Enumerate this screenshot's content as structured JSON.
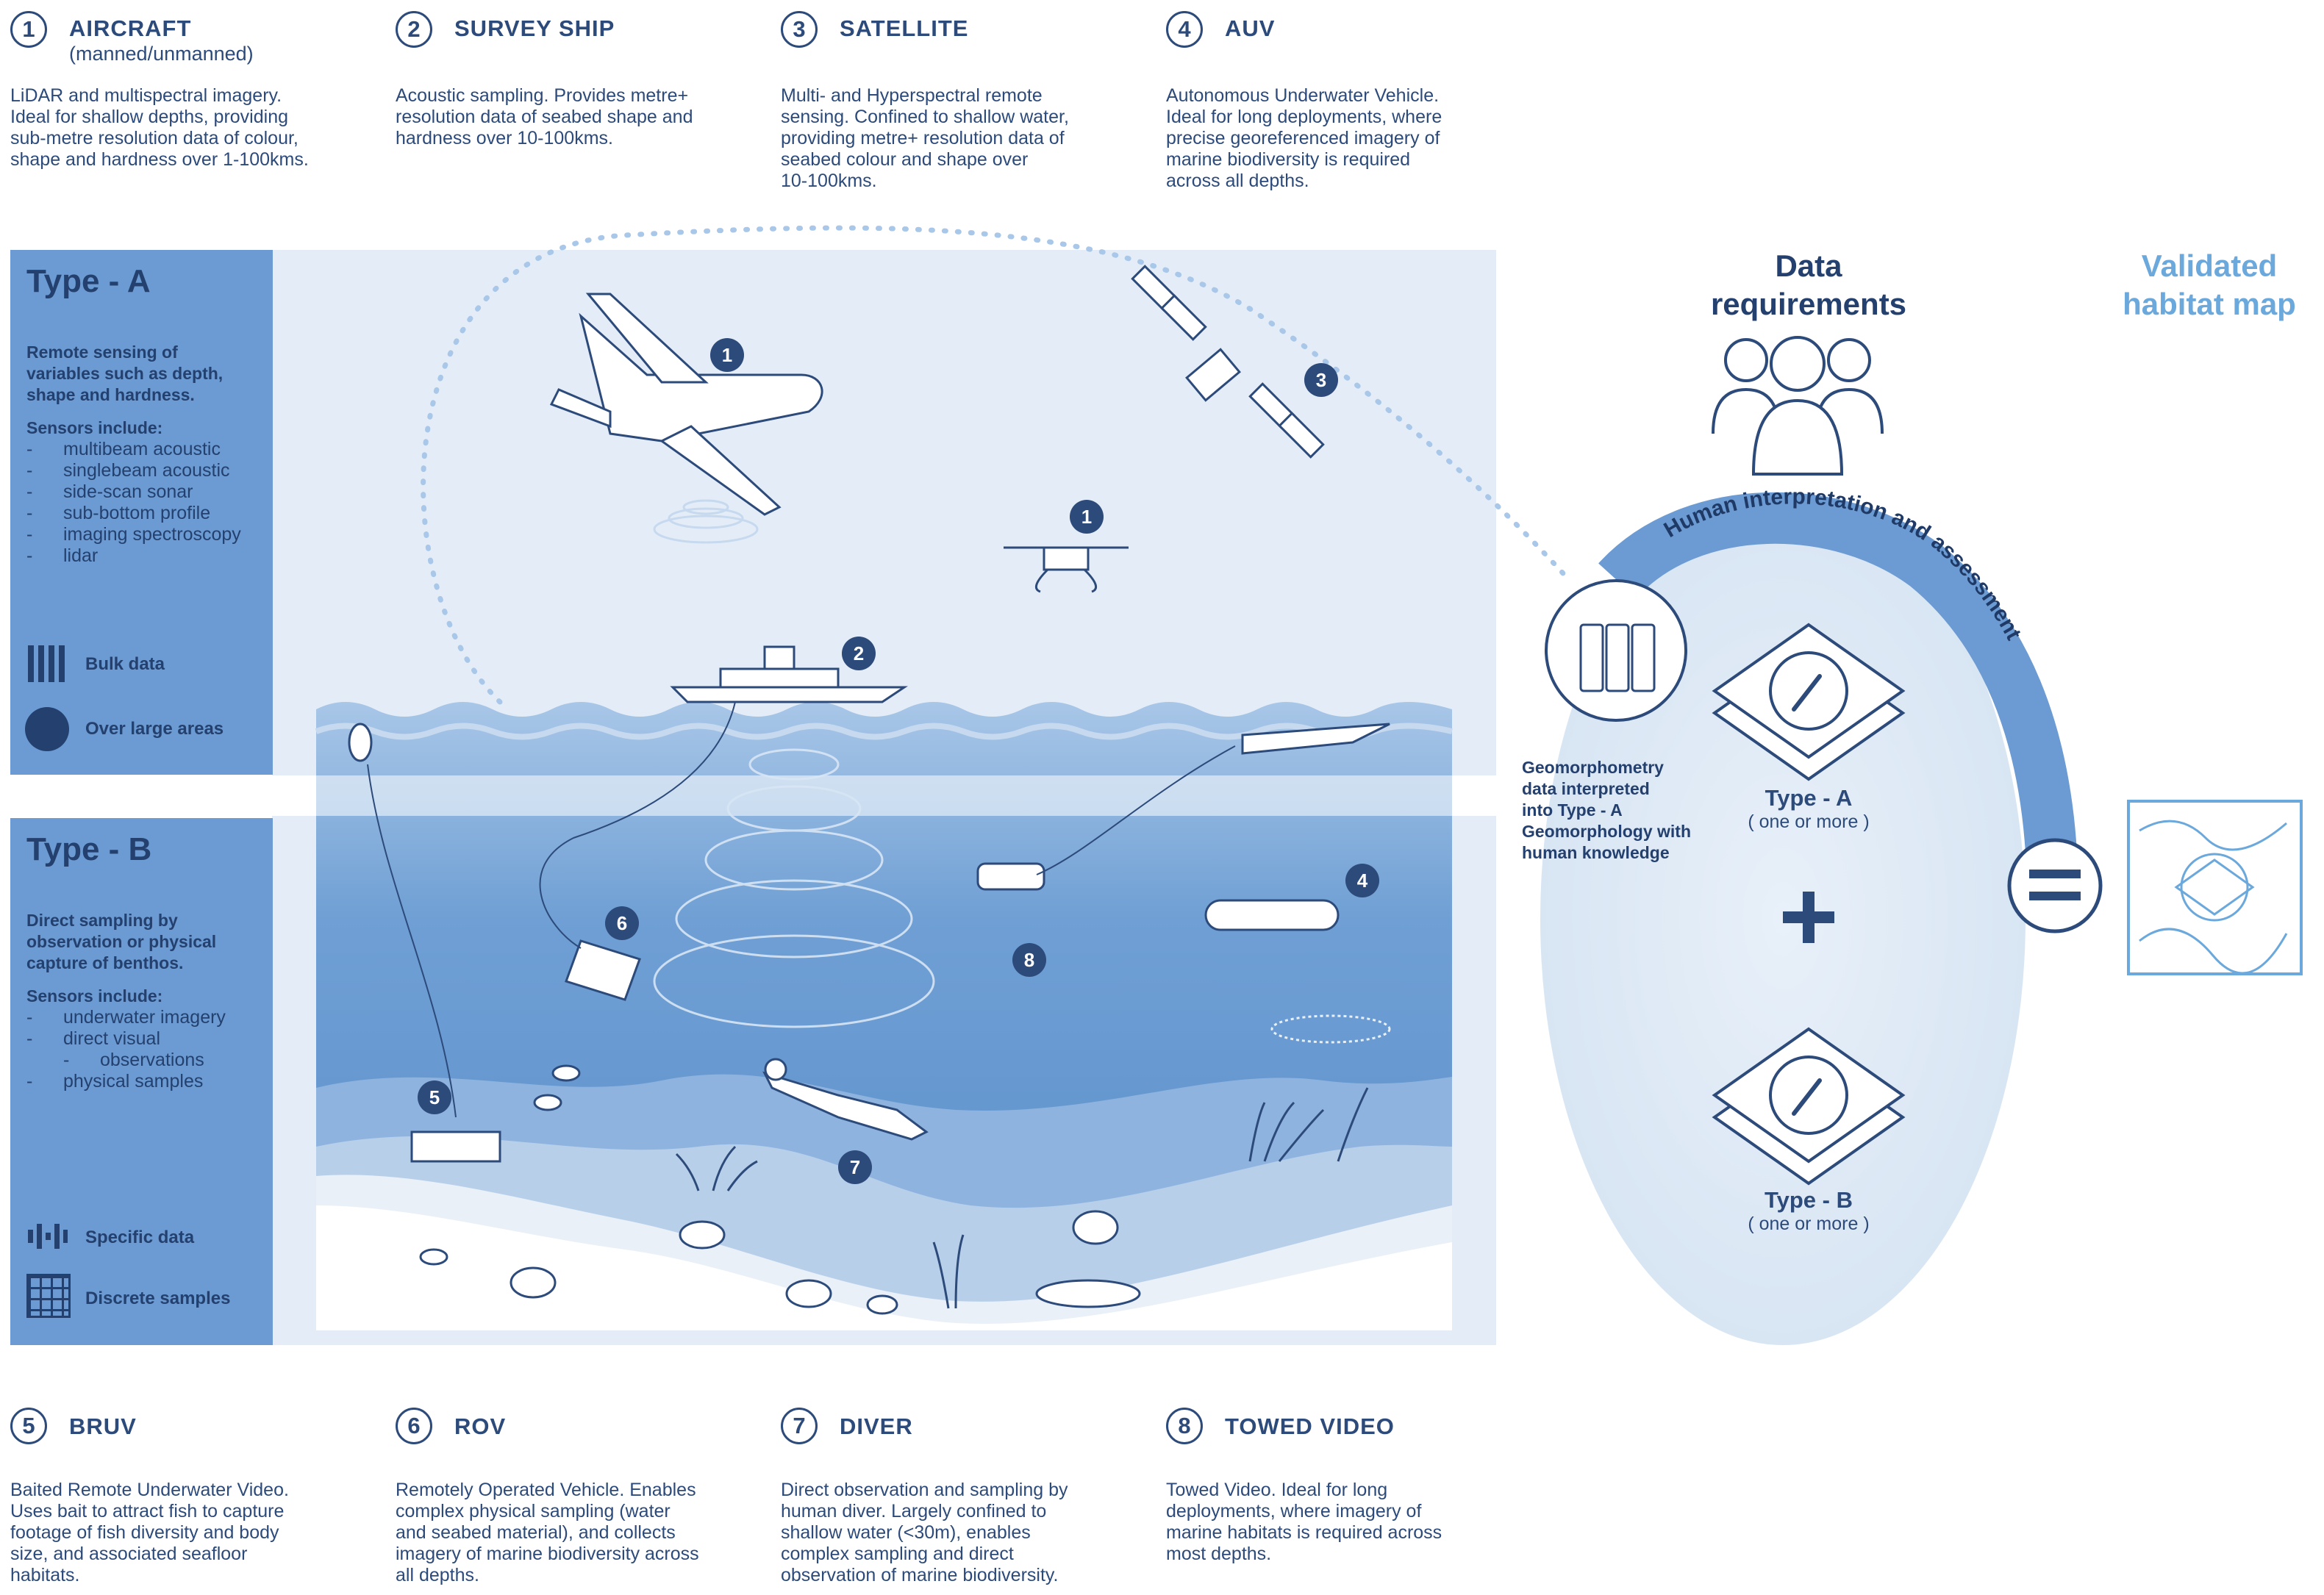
{
  "top_methods": [
    {
      "num": "1",
      "title": "AIRCRAFT",
      "subtitle": "(manned/unmanned)",
      "desc": [
        "LiDAR and multispectral imagery.",
        "Ideal for shallow depths, providing",
        "sub-metre resolution data of colour,",
        "shape and hardness over 1-100kms."
      ]
    },
    {
      "num": "2",
      "title": "SURVEY SHIP",
      "subtitle": "",
      "desc": [
        "Acoustic sampling. Provides metre+",
        "resolution data of seabed shape and",
        "hardness over 10-100kms."
      ]
    },
    {
      "num": "3",
      "title": "SATELLITE",
      "subtitle": "",
      "desc": [
        "Multi- and Hyperspectral remote",
        "sensing. Confined to shallow water,",
        "providing metre+ resolution data of",
        "seabed colour and shape over",
        "10-100kms."
      ]
    },
    {
      "num": "4",
      "title": "AUV",
      "subtitle": "",
      "desc": [
        "Autonomous Underwater Vehicle.",
        "Ideal for long  deployments, where",
        "precise  georeferenced imagery of",
        "marine biodiversity is required",
        "across all depths."
      ]
    }
  ],
  "bottom_methods": [
    {
      "num": "5",
      "title": "BRUV",
      "desc": [
        "Baited Remote Underwater Video.",
        "Uses bait to attract fish to capture",
        "footage of fish diversity and body",
        "size, and associated seafloor",
        "habitats."
      ]
    },
    {
      "num": "6",
      "title": "ROV",
      "desc": [
        "Remotely Operated Vehicle. Enables",
        "complex physical sampling (water",
        "and seabed material), and collects",
        "imagery of marine biodiversity across",
        "all depths."
      ]
    },
    {
      "num": "7",
      "title": "DIVER",
      "desc": [
        "Direct observation and sampling by",
        "human diver. Largely confined to",
        "shallow water (<30m), enables",
        "complex sampling and direct",
        "observation of marine biodiversity."
      ]
    },
    {
      "num": "8",
      "title": "TOWED VIDEO",
      "desc": [
        "Towed Video. Ideal for long",
        "deployments, where imagery of",
        "marine habitats is required across",
        "most depths."
      ]
    }
  ],
  "type_a": {
    "title": "Type - A",
    "intro": [
      "Remote sensing of",
      "variables such as depth,",
      "shape and hardness."
    ],
    "sensors_heading": "Sensors include:",
    "sensors": [
      "multibeam acoustic",
      "singlebeam acoustic",
      "side-scan sonar",
      "sub-bottom profile",
      "imaging spectroscopy",
      "lidar"
    ],
    "legend": [
      "Bulk data",
      "Over large areas"
    ]
  },
  "type_b": {
    "title": "Type - B",
    "intro": [
      "Direct sampling by",
      "observation or physical",
      "capture of benthos."
    ],
    "sensors_heading": "Sensors include:",
    "sensors": [
      "underwater imagery",
      "direct visual",
      "observations",
      "physical samples"
    ],
    "legend": [
      "Specific data",
      "Discrete samples"
    ]
  },
  "scene_labels": [
    "1",
    "1",
    "2",
    "3",
    "4",
    "5",
    "6",
    "7",
    "8"
  ],
  "right": {
    "data_req": [
      "Data",
      "requirements"
    ],
    "validated": [
      "Validated",
      "habitat map"
    ],
    "arc_text": "Human interpretation and assessment",
    "geo_text": [
      "Geomorphometry",
      "data interpreted",
      "into Type - A",
      "Geomorphology with",
      "human knowledge"
    ],
    "type_a_label": "Type - A",
    "type_a_sub": "( one or more )",
    "type_b_label": "Type - B",
    "type_b_sub": "( one or more )",
    "plus": "+",
    "equals": "="
  },
  "colors": {
    "navy": "#2c4a7a",
    "panel": "#6b9bd2",
    "sky": "#e4edf7",
    "water": "#5b8fcb",
    "light": "#6ba8dc"
  }
}
